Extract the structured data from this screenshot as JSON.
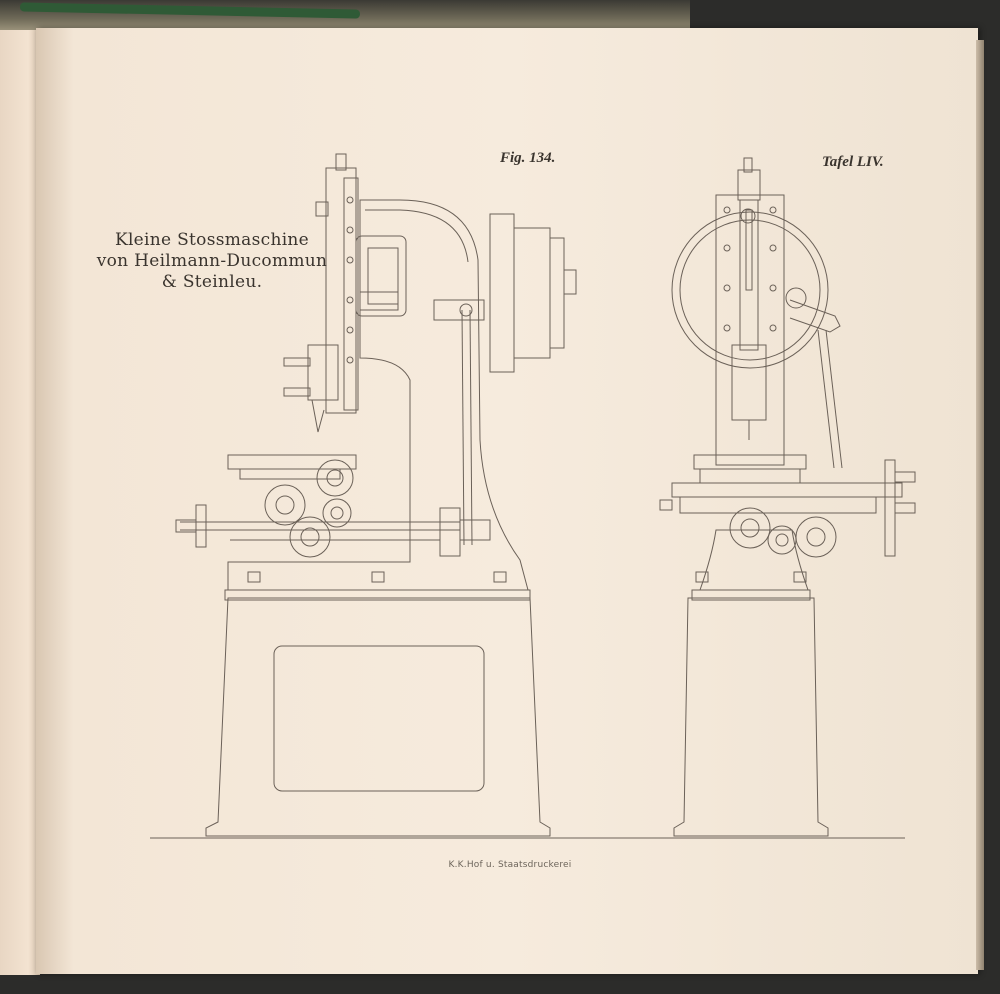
{
  "plate": {
    "title_lines": [
      "Kleine Stossmaschine",
      "von Heilmann-Ducommun",
      "& Steinleu."
    ],
    "figure_label": "Fig. 134.",
    "plate_label": "Tafel LIV.",
    "printer_credit": "K.K.Hof u. Staatsdruckerei"
  },
  "colors": {
    "paper": "#f6ebdd",
    "ink": "#3a342e",
    "line": "#6b6158"
  }
}
